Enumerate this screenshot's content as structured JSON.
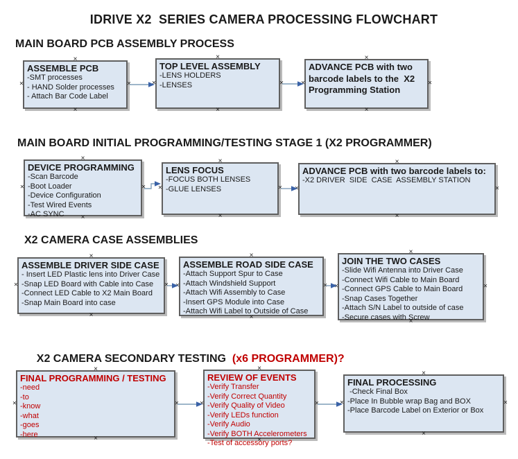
{
  "title": "IDRIVE X2  SERIES CAMERA PROCESSING FLOWCHART",
  "icons": {
    "connection_point": "×"
  },
  "colors": {
    "box_fill": "#dce6f2",
    "box_border": "#5f5f5f",
    "red_accent": "#c00000",
    "arrow_line": "#7f9db9",
    "arrow_head": "#3a62a7"
  },
  "sections": [
    {
      "heading": "MAIN BOARD PCB ASSEMBLY PROCESS",
      "boxes": [
        {
          "title": "ASSEMBLE PCB",
          "items": [
            "-SMT processes",
            "- HAND Solder processes",
            "- Attach Bar Code Label"
          ]
        },
        {
          "title": "TOP LEVEL ASSEMBLY",
          "items": [
            "-LENS HOLDERS",
            "-LENSES"
          ]
        },
        {
          "title": "ADVANCE PCB with two barcode labels to the  X2 Programming Station",
          "items": []
        }
      ]
    },
    {
      "heading": "MAIN BOARD INITIAL PROGRAMMING/TESTING STAGE 1 (X2 PROGRAMMER)",
      "boxes": [
        {
          "title": "DEVICE PROGRAMMING",
          "items": [
            "-Scan Barcode",
            "-Boot Loader",
            "-Device Configuration",
            "-Test Wired Events",
            "-AC SYNC"
          ]
        },
        {
          "title": "LENS FOCUS",
          "items": [
            "-FOCUS BOTH LENSES",
            "-GLUE LENSES"
          ]
        },
        {
          "title": "ADVANCE PCB with two barcode labels to:",
          "items": [
            "-X2 DRIVER  SIDE  CASE  ASSEMBLY STATION"
          ]
        }
      ]
    },
    {
      "heading": "X2 CAMERA CASE ASSEMBLIES",
      "boxes": [
        {
          "title": "ASSEMBLE DRIVER SIDE CASE",
          "items": [
            "- Insert LED Plastic lens into Driver Case",
            "-Snap LED Board with Cable into Case",
            "-Connect LED Cable to X2 Main Board",
            "-Snap Main Board into case"
          ]
        },
        {
          "title": "ASSEMBLE ROAD SIDE CASE",
          "items": [
            "-Attach Support Spur to Case",
            "-Attach Windshield Support",
            "-Attach Wifi Assembly to Case",
            "-Insert GPS Module into Case",
            "-Attach Wifi Label to Outside of Case"
          ]
        },
        {
          "title": "JOIN THE TWO CASES",
          "items": [
            "-Slide Wifi Antenna into Driver Case",
            "-Connect Wifi Cable to Main Board",
            "-Connect GPS Cable to Main Board",
            "-Snap Cases Together",
            "-Attach S/N Label to outside of case",
            "-Secure cases with Screw"
          ]
        }
      ]
    },
    {
      "heading": "X2 CAMERA SECONDARY TESTING ",
      "heading_suffix": " (x6 PROGRAMMER)?",
      "boxes": [
        {
          "title": "FINAL PROGRAMMING / TESTING",
          "items": [
            "-need",
            "-to",
            "-know",
            "-what",
            "-goes",
            "-here"
          ]
        },
        {
          "title": "REVIEW OF EVENTS",
          "items": [
            "-Verify Transfer",
            "-Verify Correct Quantity",
            "-Verify Quality of Video",
            "-Verify LEDs function",
            "-Verify Audio",
            "-Verify BOTH Accelerometers",
            "-Test of accessory ports?"
          ]
        },
        {
          "title": "FINAL PROCESSING",
          "items": [
            " -Check Final Box",
            "-Place In Bubble wrap Bag and BOX",
            "-Place Barcode Label on Exterior or Box"
          ]
        }
      ]
    }
  ]
}
